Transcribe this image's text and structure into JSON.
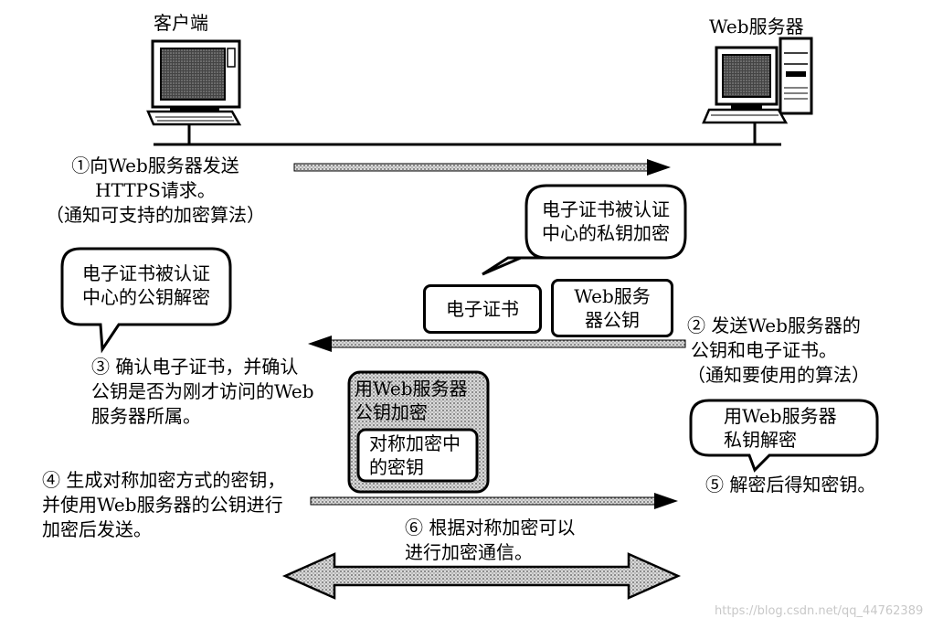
{
  "client_label": "客户端",
  "server_label": "Web服务器",
  "step1": [
    "①向Web服务器发送",
    "HTTPS请求。",
    "（通知可支持的加密算法）"
  ],
  "bubble_server": [
    "电子证书被认证",
    "中心的私钥加密"
  ],
  "bubble_client": [
    "电子证书被认证",
    "中心的公钥解密"
  ],
  "cert_box": "电子证书",
  "pubkey_box": [
    "Web服务",
    "器公钥"
  ],
  "step2": [
    "② 发送Web服务器的",
    "公钥和电子证书。",
    "（通知要使用的算法）"
  ],
  "step3": [
    "③ 确认电子证书，并确认",
    "公钥是否为刚才访问的Web",
    "服务器所属。"
  ],
  "encrypt_box": [
    "用Web服务器",
    "公钥加密"
  ],
  "symkey_box": [
    "对称加密中",
    "的密钥"
  ],
  "bubble_decrypt": [
    "用Web服务器",
    "私钥解密"
  ],
  "step4": [
    "④ 生成对称加密方式的密钥，",
    "并使用Web服务器的公钥进行",
    "加密后发送。"
  ],
  "step5": "⑤ 解密后得知密钥。",
  "step6": [
    "⑥ 根据对称加密可以",
    "进行加密通信。"
  ],
  "watermark": "https://blog.csdn.net/qq_44762389"
}
